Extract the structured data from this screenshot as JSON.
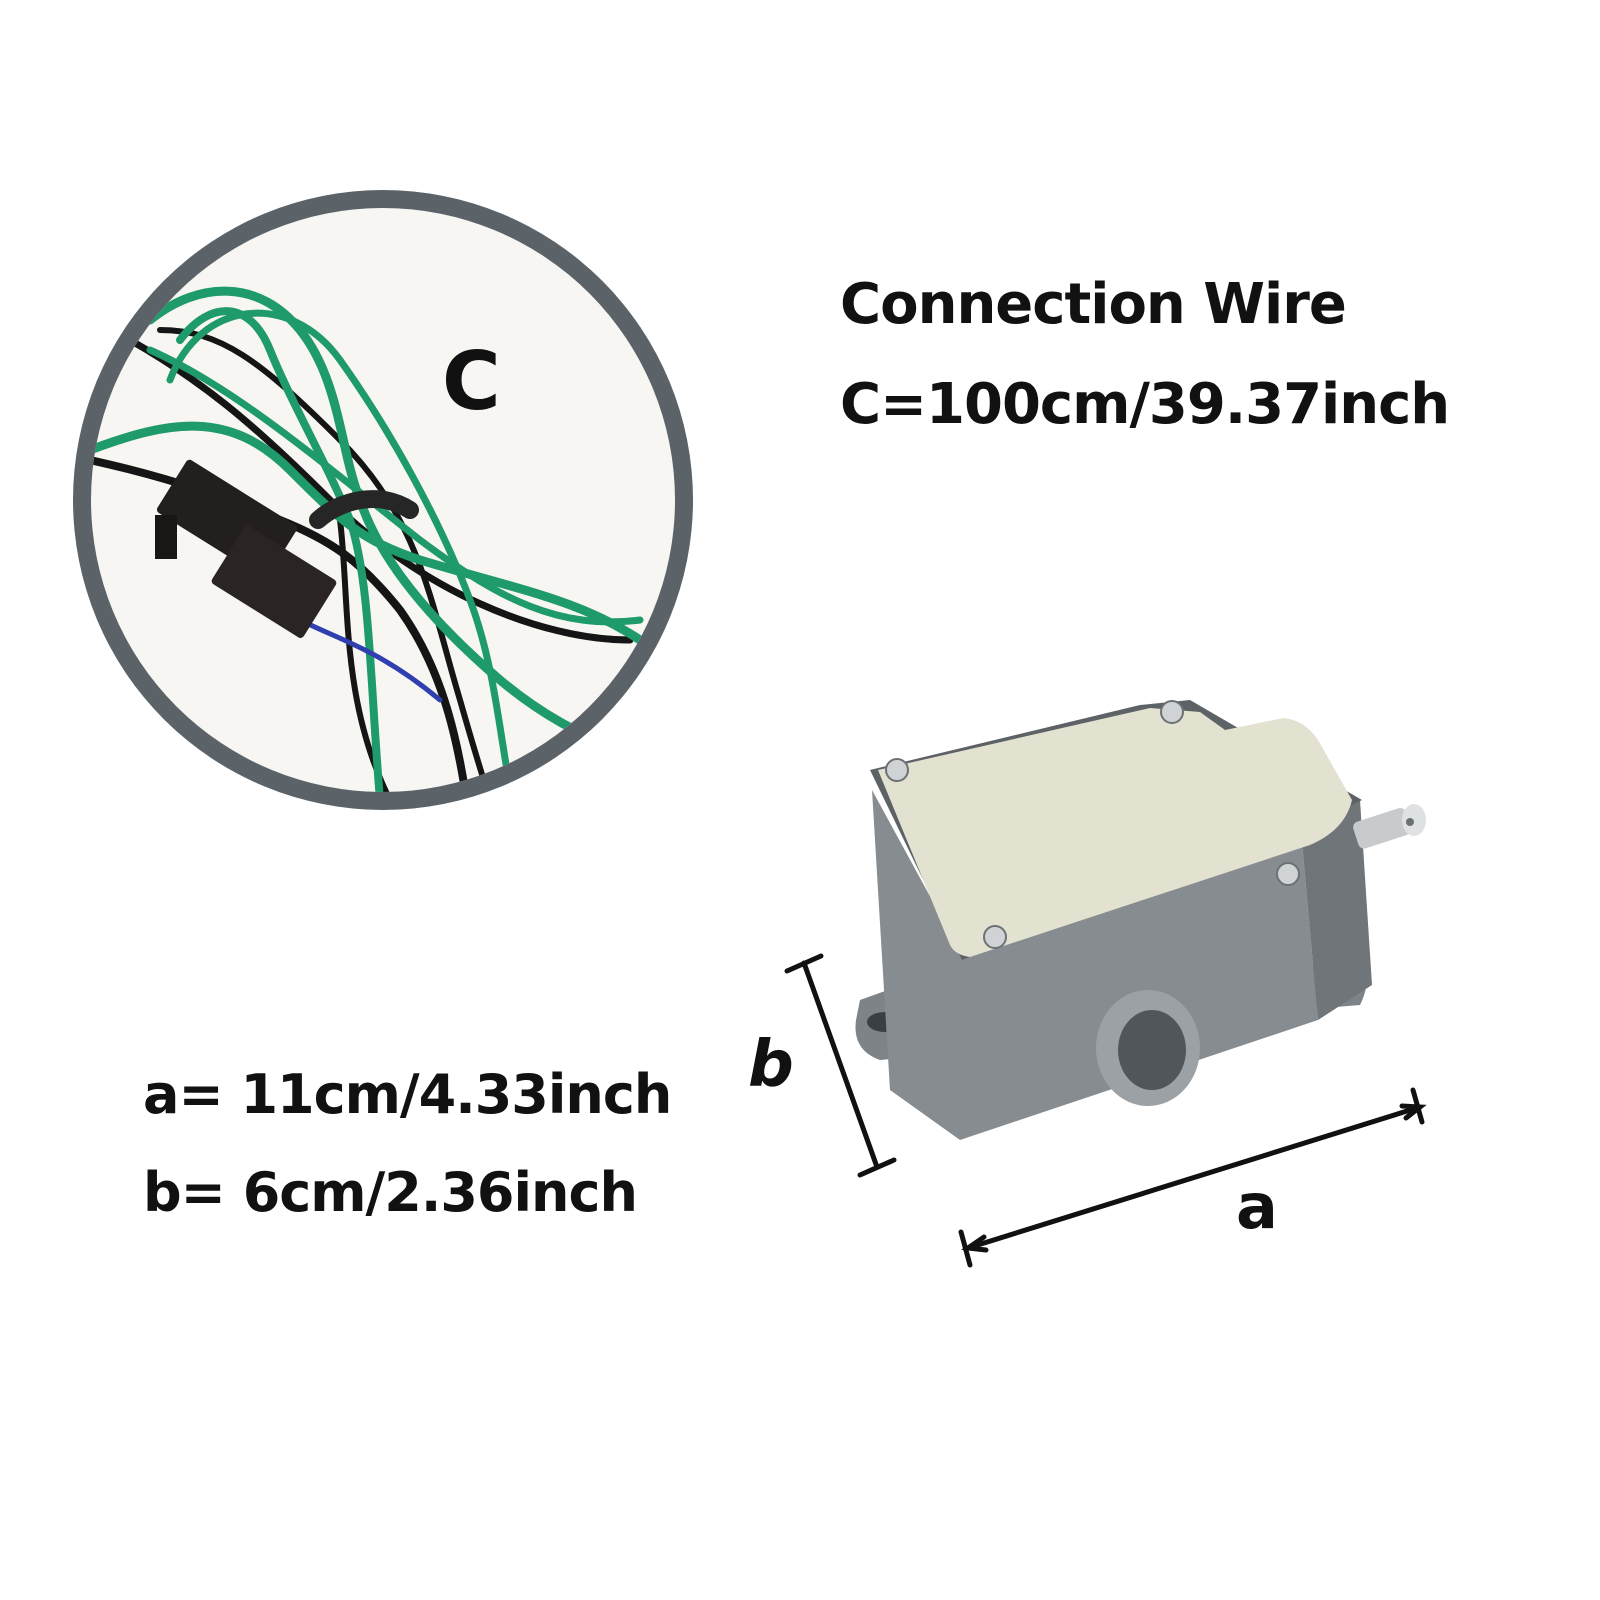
{
  "wire": {
    "title": "Connection Wire",
    "length": "C=100cm/39.37inch",
    "circle_label": "C"
  },
  "dimensions": {
    "a": "a= 11cm/4.33inch",
    "b": "b= 6cm/2.36inch",
    "label_a": "a",
    "label_b": "b"
  },
  "colors": {
    "circle_border": "#5b6368",
    "circle_fill": "#f7f6f3",
    "wire_green": "#1f9a6b",
    "wire_black": "#151515",
    "housing": "#8a9094",
    "lid": "#e3e1cf"
  }
}
